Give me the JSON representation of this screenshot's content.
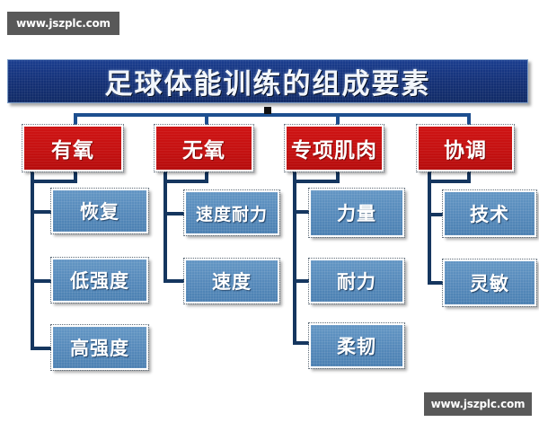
{
  "watermarks": {
    "top": "www.jszplc.com",
    "bottom": "www.jszplc.com"
  },
  "title": {
    "text": "足球体能训练的组成要素"
  },
  "colors": {
    "title_bg": "#143075",
    "branch_bg": "#c41111",
    "leaf_bg": "#5589ba",
    "connector": "#1d4f8f",
    "watermark_bg": "#595959",
    "page_bg": "#ffffff"
  },
  "chart_data": {
    "type": "diagram",
    "title": "足球体能训练的组成要素",
    "root": "足球体能训练的组成要素",
    "branches": [
      {
        "label": "有氧",
        "children": [
          "恢复",
          "低强度",
          "高强度"
        ]
      },
      {
        "label": "无氧",
        "children": [
          "速度耐力",
          "速度"
        ]
      },
      {
        "label": "专项肌肉",
        "children": [
          "力量",
          "耐力",
          "柔韧"
        ]
      },
      {
        "label": "协调",
        "children": [
          "技术",
          "灵敏"
        ]
      }
    ]
  },
  "branches": [
    {
      "label": "有氧",
      "children": [
        {
          "label": "恢复"
        },
        {
          "label": "低强度"
        },
        {
          "label": "高强度"
        }
      ]
    },
    {
      "label": "无氧",
      "children": [
        {
          "label": "速度耐力"
        },
        {
          "label": "速度"
        }
      ]
    },
    {
      "label": "专项肌肉",
      "children": [
        {
          "label": "力量"
        },
        {
          "label": "耐力"
        },
        {
          "label": "柔韧"
        }
      ]
    },
    {
      "label": "协调",
      "children": [
        {
          "label": "技术"
        },
        {
          "label": "灵敏"
        }
      ]
    }
  ]
}
